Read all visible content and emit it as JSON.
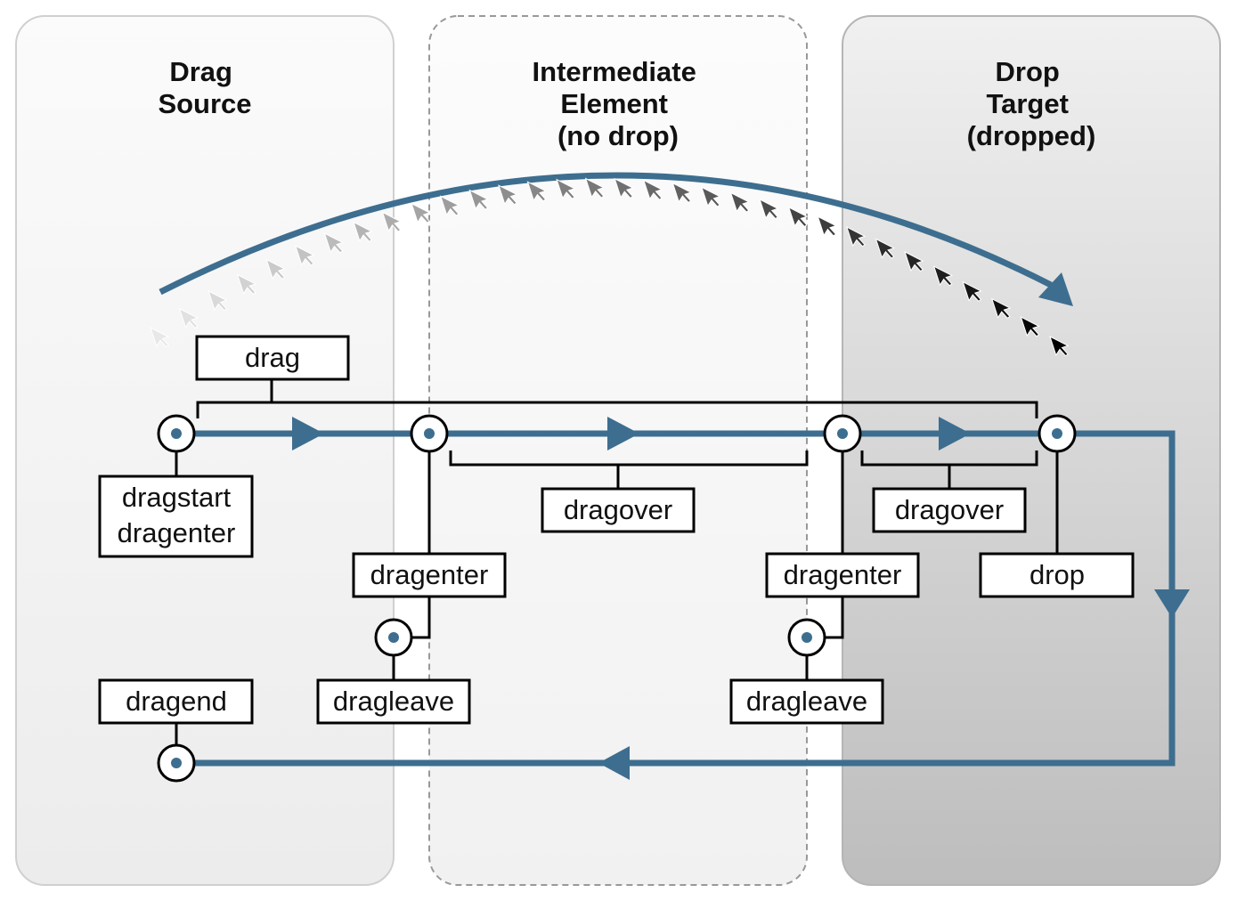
{
  "columns": {
    "source": {
      "title_lines": [
        "Drag",
        "Source"
      ]
    },
    "intermediate": {
      "title_lines": [
        "Intermediate",
        "Element",
        "(no drop)"
      ]
    },
    "target": {
      "title_lines": [
        "Drop",
        "Target",
        "(dropped)"
      ]
    }
  },
  "events": {
    "drag": "drag",
    "dragstart": "dragstart",
    "dragenter_source": "dragenter",
    "dragenter_intermediate": "dragenter",
    "dragleave_intermediate": "dragleave",
    "dragover_intermediate": "dragover",
    "dragenter_target": "dragenter",
    "dragleave_target": "dragleave",
    "dragover_target": "dragover",
    "drop": "drop",
    "dragend": "dragend"
  },
  "colors": {
    "flow": "#3d6e8f",
    "source_panel": "#f3f3f3",
    "intermediate_panel": "#f7f7f7",
    "target_panel": "#c8c8c8",
    "cursor_start": "#e8e8e8",
    "cursor_end": "#000000"
  },
  "icons": [
    "mouse-cursor-icon",
    "event-node-icon",
    "flow-arrowhead-icon"
  ]
}
